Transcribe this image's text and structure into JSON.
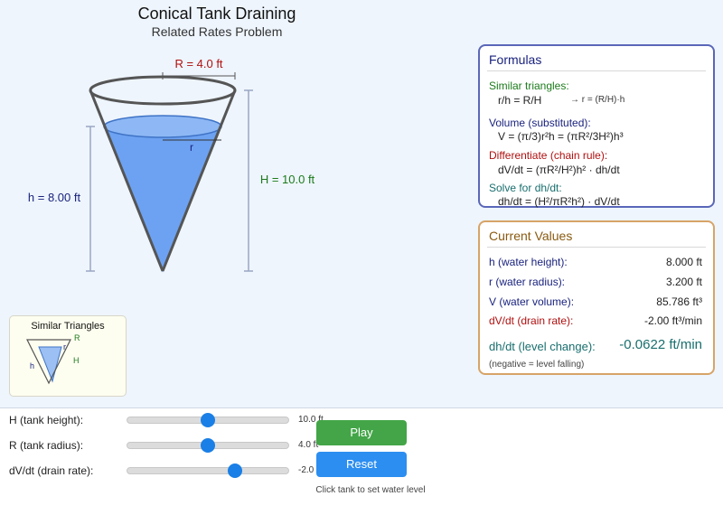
{
  "app": {
    "title": "Conical Tank Draining",
    "subtitle": "Related Rates Problem"
  },
  "diagram": {
    "radius_label": "R = 4.0 ft",
    "r_label": "r",
    "h_label": "h = 8.00 ft",
    "H_label": "H = 10.0 ft"
  },
  "similar": {
    "title": "Similar Triangles",
    "R": "R",
    "r": "r",
    "h": "h",
    "H": "H"
  },
  "formulas": {
    "heading": "Formulas",
    "items": [
      {
        "label": "Similar triangles:",
        "expr": "r/h = R/H",
        "note": "→ r = (R/H)·h"
      },
      {
        "label": "Volume (substituted):",
        "expr": "V = (π/3)r²h = (πR²/3H²)h³"
      },
      {
        "label": "Differentiate (chain rule):",
        "expr": "dV/dt = (πR²/H²)h² · dh/dt"
      },
      {
        "label": "Solve for dh/dt:",
        "expr": "dh/dt = (H²/πR²h²) · dV/dt"
      }
    ]
  },
  "values": {
    "heading": "Current Values",
    "rows": [
      {
        "label": "h (water height):",
        "value": "8.000 ft"
      },
      {
        "label": "r (water radius):",
        "value": "3.200 ft"
      },
      {
        "label": "V (water volume):",
        "value": "85.786 ft³"
      },
      {
        "label": "dV/dt (drain rate):",
        "value": "-2.00 ft³/min"
      }
    ],
    "result_label": "dh/dt (level change):",
    "result_value": "-0.0622 ft/min",
    "note": "(negative = level falling)"
  },
  "controls": {
    "sliders": [
      {
        "label": "H (tank height):",
        "value_text": "10.0 ft",
        "fraction": 0.5
      },
      {
        "label": "R (tank radius):",
        "value_text": "4.0 ft",
        "fraction": 0.5
      },
      {
        "label": "dV/dt (drain rate):",
        "value_text": "-2.0",
        "fraction": 0.67
      }
    ],
    "play_label": "Play",
    "reset_label": "Reset",
    "hint": "Click tank to set water level"
  },
  "colors": {
    "water": "#6da2f2",
    "water_top": "#8db8f5",
    "tank_outline": "#555555",
    "dimension_lines": "#9aa6c4",
    "radius_color": "#b01010",
    "height_color": "#1c7a1c",
    "level_color": "#1a237e",
    "accent_blue": "#1a7fe6",
    "play_green": "#43a547"
  }
}
